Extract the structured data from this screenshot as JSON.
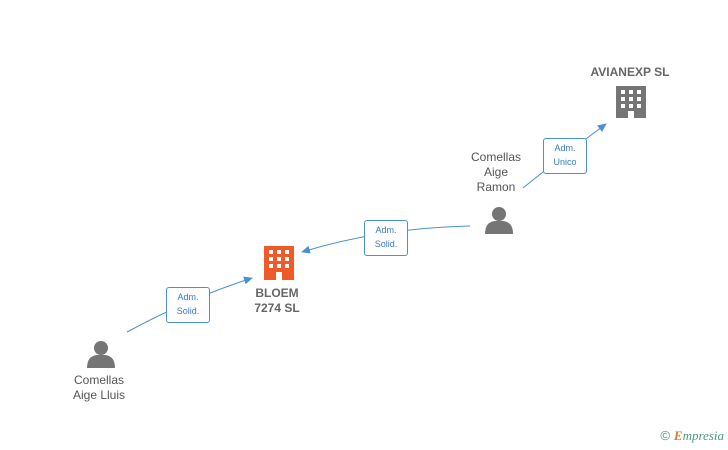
{
  "nodes": {
    "avianexp": {
      "name": "AVIANEXP  SL",
      "type": "company",
      "color": "#757575"
    },
    "bloem": {
      "name_line1": "BLOEM",
      "name_line2": "7274  SL",
      "type": "company",
      "color": "#f05a28"
    },
    "ramon": {
      "name_line1": "Comellas",
      "name_line2": "Aige",
      "name_line3": "Ramon",
      "type": "person"
    },
    "lluis": {
      "name_line1": "Comellas",
      "name_line2": "Aige Lluis",
      "type": "person"
    }
  },
  "edges": [
    {
      "from": "ramon",
      "to": "avianexp",
      "label_line1": "Adm.",
      "label_line2": "Unico"
    },
    {
      "from": "ramon",
      "to": "bloem",
      "label_line1": "Adm.",
      "label_line2": "Solid."
    },
    {
      "from": "lluis",
      "to": "bloem",
      "label_line1": "Adm.",
      "label_line2": "Solid."
    }
  ],
  "colors": {
    "edge": "#4a90d9",
    "person": "#757575"
  },
  "footer": {
    "copyright_symbol": "©",
    "brand_initial": "E",
    "brand_rest": "mpresia"
  }
}
